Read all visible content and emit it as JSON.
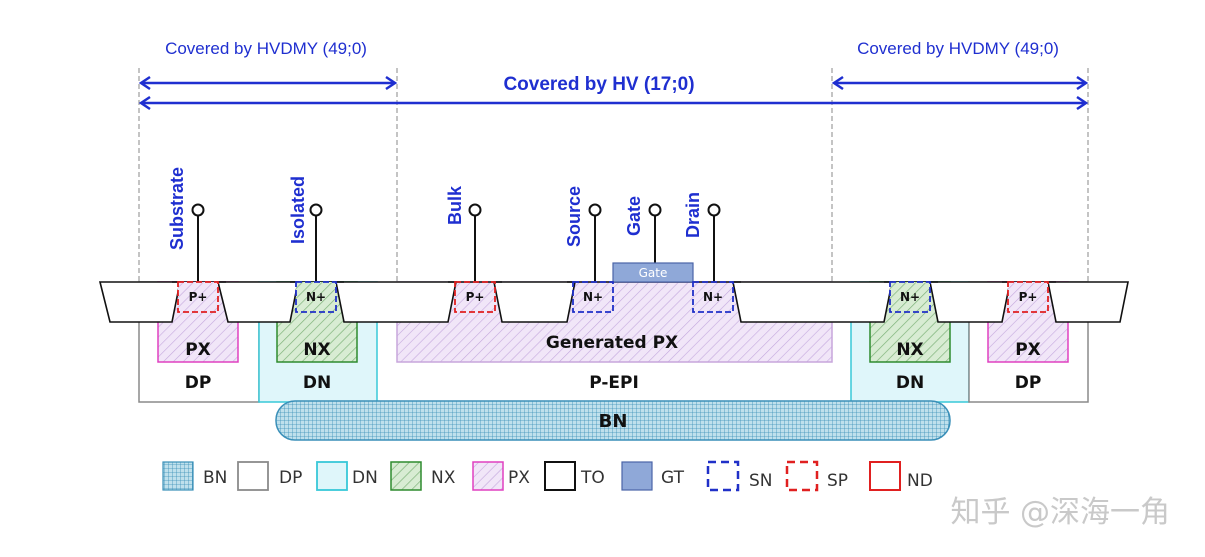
{
  "header": {
    "hvdmy_left": "Covered by HVDMY (49;0)",
    "hvdmy_right": "Covered by HVDMY (49;0)",
    "hv": "Covered by HV (17;0)"
  },
  "terminals": {
    "substrate": "Substrate",
    "isolated": "Isolated",
    "bulk": "Bulk",
    "source": "Source",
    "gate": "Gate",
    "drain": "Drain"
  },
  "gate_poly_label": "Gate",
  "implants": {
    "p_plus": "P+",
    "n_plus": "N+"
  },
  "wells": {
    "px": "PX",
    "nx": "NX",
    "generated_px": "Generated PX",
    "dp": "DP",
    "dn": "DN",
    "p_epi": "P-EPI",
    "bn": "BN"
  },
  "legend": [
    {
      "label": "BN"
    },
    {
      "label": "DP"
    },
    {
      "label": "DN"
    },
    {
      "label": "NX"
    },
    {
      "label": "PX"
    },
    {
      "label": "TO"
    },
    {
      "label": "GT"
    },
    {
      "label": "SN"
    },
    {
      "label": "SP"
    },
    {
      "label": "ND"
    }
  ],
  "watermark": "知乎 @深海一角",
  "colors": {
    "blue_label": "#1f2fd0",
    "dn_fill": "#dff6fa",
    "dn_border": "#38c8d8",
    "nx_border": "#2e8b2e",
    "px_border": "#e040c0",
    "bn_fill": "#b7dce8",
    "gate_fill": "#8fa8d8",
    "sp_red": "#e02020",
    "sn_blue": "#2030c8"
  }
}
